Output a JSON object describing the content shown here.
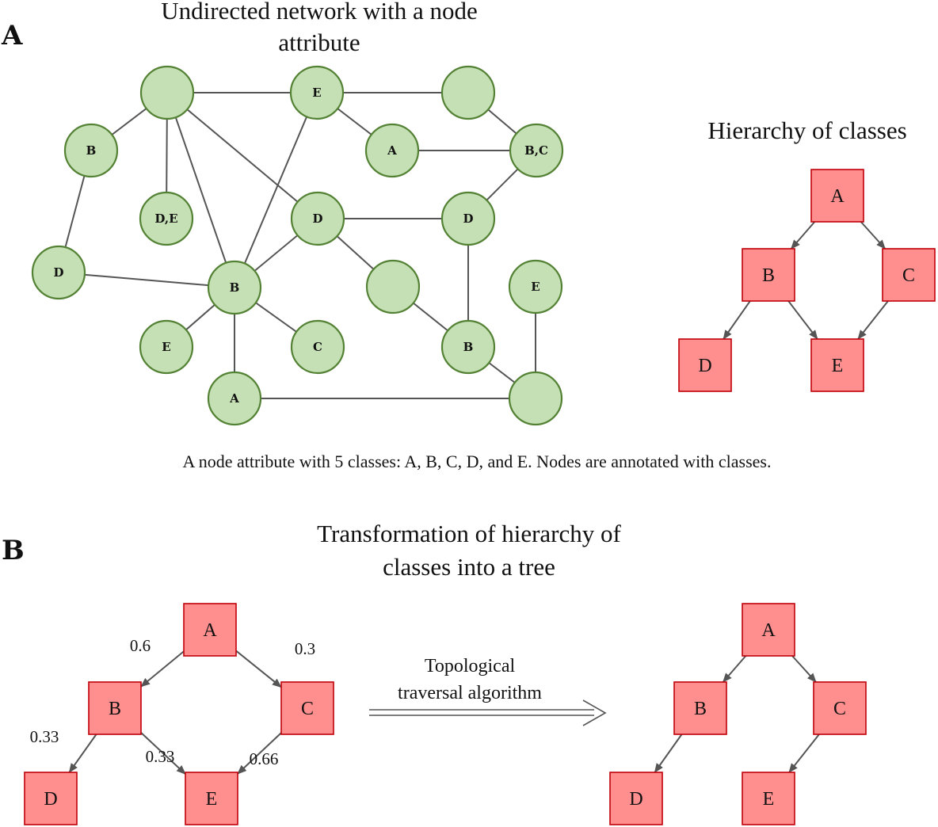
{
  "panel_a": {
    "label": "A",
    "network_title_line1": "Undirected network with a node",
    "network_title_line2": "attribute",
    "hierarchy_title": "Hierarchy of classes",
    "caption": "A node attribute with 5 classes: A, B, C, D, and E. Nodes are annotated with classes.",
    "nodes": [
      {
        "id": "n1",
        "label": ""
      },
      {
        "id": "n2",
        "label": "E"
      },
      {
        "id": "n3",
        "label": ""
      },
      {
        "id": "n4",
        "label": "B"
      },
      {
        "id": "n5",
        "label": "A"
      },
      {
        "id": "n6",
        "label": "B,C"
      },
      {
        "id": "n7",
        "label": "D,E"
      },
      {
        "id": "n8",
        "label": "D"
      },
      {
        "id": "n9",
        "label": "D"
      },
      {
        "id": "n10",
        "label": "D"
      },
      {
        "id": "n11",
        "label": "B"
      },
      {
        "id": "n12",
        "label": ""
      },
      {
        "id": "n13",
        "label": "E"
      },
      {
        "id": "n14",
        "label": "E"
      },
      {
        "id": "n15",
        "label": "C"
      },
      {
        "id": "n16",
        "label": "B"
      },
      {
        "id": "n17",
        "label": "A"
      },
      {
        "id": "n18",
        "label": ""
      }
    ],
    "edges": [
      [
        "n1",
        "n2"
      ],
      [
        "n2",
        "n3"
      ],
      [
        "n1",
        "n4"
      ],
      [
        "n1",
        "n7"
      ],
      [
        "n1",
        "n11"
      ],
      [
        "n1",
        "n8"
      ],
      [
        "n2",
        "n5"
      ],
      [
        "n2",
        "n11"
      ],
      [
        "n3",
        "n6"
      ],
      [
        "n5",
        "n6"
      ],
      [
        "n6",
        "n9"
      ],
      [
        "n8",
        "n9"
      ],
      [
        "n8",
        "n11"
      ],
      [
        "n8",
        "n12"
      ],
      [
        "n9",
        "n16"
      ],
      [
        "n4",
        "n10"
      ],
      [
        "n10",
        "n11"
      ],
      [
        "n11",
        "n14"
      ],
      [
        "n11",
        "n15"
      ],
      [
        "n11",
        "n17"
      ],
      [
        "n12",
        "n16"
      ],
      [
        "n16",
        "n18"
      ],
      [
        "n13",
        "n18"
      ],
      [
        "n17",
        "n18"
      ]
    ],
    "hierarchy": {
      "nodes": [
        "A",
        "B",
        "C",
        "D",
        "E"
      ],
      "edges": [
        [
          "A",
          "B"
        ],
        [
          "A",
          "C"
        ],
        [
          "B",
          "D"
        ],
        [
          "B",
          "E"
        ],
        [
          "C",
          "E"
        ]
      ]
    }
  },
  "panel_b": {
    "label": "B",
    "title_line1": "Transformation of hierarchy of",
    "title_line2": "classes into a tree",
    "arrow_label_line1": "Topological",
    "arrow_label_line2": "traversal algorithm",
    "weighted_hierarchy": {
      "nodes": [
        "A",
        "B",
        "C",
        "D",
        "E"
      ],
      "edges": [
        {
          "from": "A",
          "to": "B",
          "weight": "0.6"
        },
        {
          "from": "A",
          "to": "C",
          "weight": "0.3"
        },
        {
          "from": "B",
          "to": "D",
          "weight": "0.33"
        },
        {
          "from": "B",
          "to": "E",
          "weight": "0.33"
        },
        {
          "from": "C",
          "to": "E",
          "weight": "0.66"
        }
      ]
    },
    "tree": {
      "nodes": [
        "A",
        "B",
        "C",
        "D",
        "E"
      ],
      "edges": [
        [
          "A",
          "B"
        ],
        [
          "A",
          "C"
        ],
        [
          "B",
          "D"
        ],
        [
          "C",
          "E"
        ]
      ]
    }
  },
  "colors": {
    "node_fill": "#c5e0b4",
    "node_stroke": "#548235",
    "class_fill": "#ff8f8f",
    "class_stroke": "#c0000a",
    "edge": "#555555"
  }
}
